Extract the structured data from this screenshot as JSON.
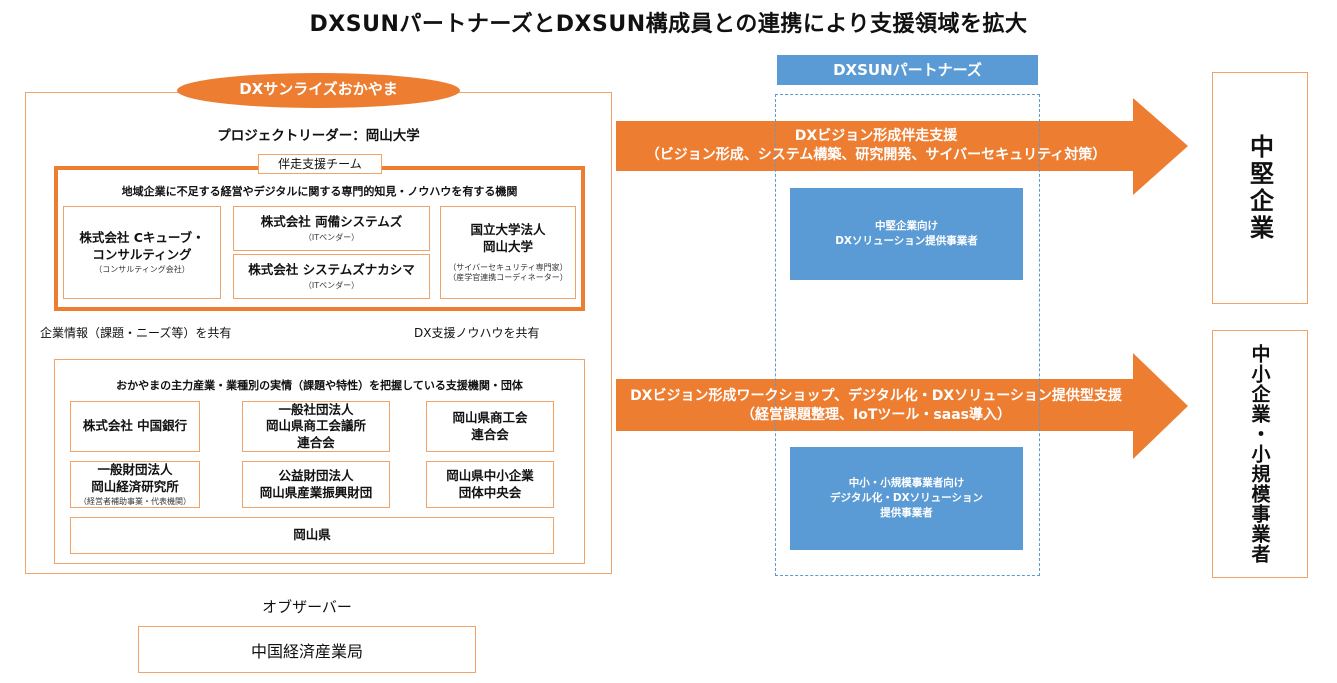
{
  "title": "DXSUNパートナーズとDXSUN構成員との連携により支援領域を拡大",
  "consortium": {
    "name": "DXサンライズおかやま",
    "leader": "プロジェクトリーダー：岡山大学",
    "team_label": "伴走支援チーム",
    "team_desc": "地域企業に不足する経営やデジタルに関する専門的知見・ノウハウを有する機関",
    "members": [
      {
        "name": "株式会社 Cキューブ・\nコンサルティング",
        "sub": "（コンサルティング会社）"
      },
      {
        "name": "株式会社 両備システムズ",
        "sub": "（ITベンダー）"
      },
      {
        "name": "株式会社 システムズナカシマ",
        "sub": "（ITベンダー）"
      },
      {
        "name": "国立大学法人\n岡山大学",
        "sub": "（サイバーセキュリティ専門家）\n（産学官連携コーディネーター）"
      }
    ],
    "share_up": "企業情報（課題・ニーズ等）を共有",
    "share_down": "DX支援ノウハウを共有",
    "support_desc": "おかやまの主力産業・業種別の実情（課題や特性）を把握している支援機関・団体",
    "support_orgs": [
      {
        "name": "株式会社 中国銀行",
        "sub": ""
      },
      {
        "name": "一般社団法人\n岡山県商工会議所\n連合会",
        "sub": ""
      },
      {
        "name": "岡山県商工会\n連合会",
        "sub": ""
      },
      {
        "name": "一般財団法人\n岡山経済研究所",
        "sub": "（経営者補助事業・代表機関）"
      },
      {
        "name": "公益財団法人\n岡山県産業振興財団",
        "sub": ""
      },
      {
        "name": "岡山県中小企業\n団体中央会",
        "sub": ""
      },
      {
        "name": "岡山県",
        "sub": ""
      }
    ]
  },
  "observer": {
    "label": "オブザーバー",
    "name": "中国経済産業局"
  },
  "partners": {
    "header": "DXSUNパートナーズ",
    "box1": "中堅企業向け\nDXソリューション提供事業者",
    "box2": "中小・小規模事業者向け\nデジタル化・DXソリューション\n提供事業者"
  },
  "arrows": {
    "top": "DXビジョン形成伴走支援\n（ビジョン形成、システム構築、研究開発、サイバーセキュリティ対策）",
    "bottom": "DXビジョン形成ワークショップ、デジタル化・DXソリューション提供型支援\n（経営課題整理、IoTツール・saas導入）"
  },
  "targets": {
    "top": "中堅企業",
    "bottom": "中小企業・小規模事業者"
  },
  "colors": {
    "orange": "#ed7d31",
    "orange_border": "#f0a46a",
    "blue": "#5b9bd5"
  }
}
